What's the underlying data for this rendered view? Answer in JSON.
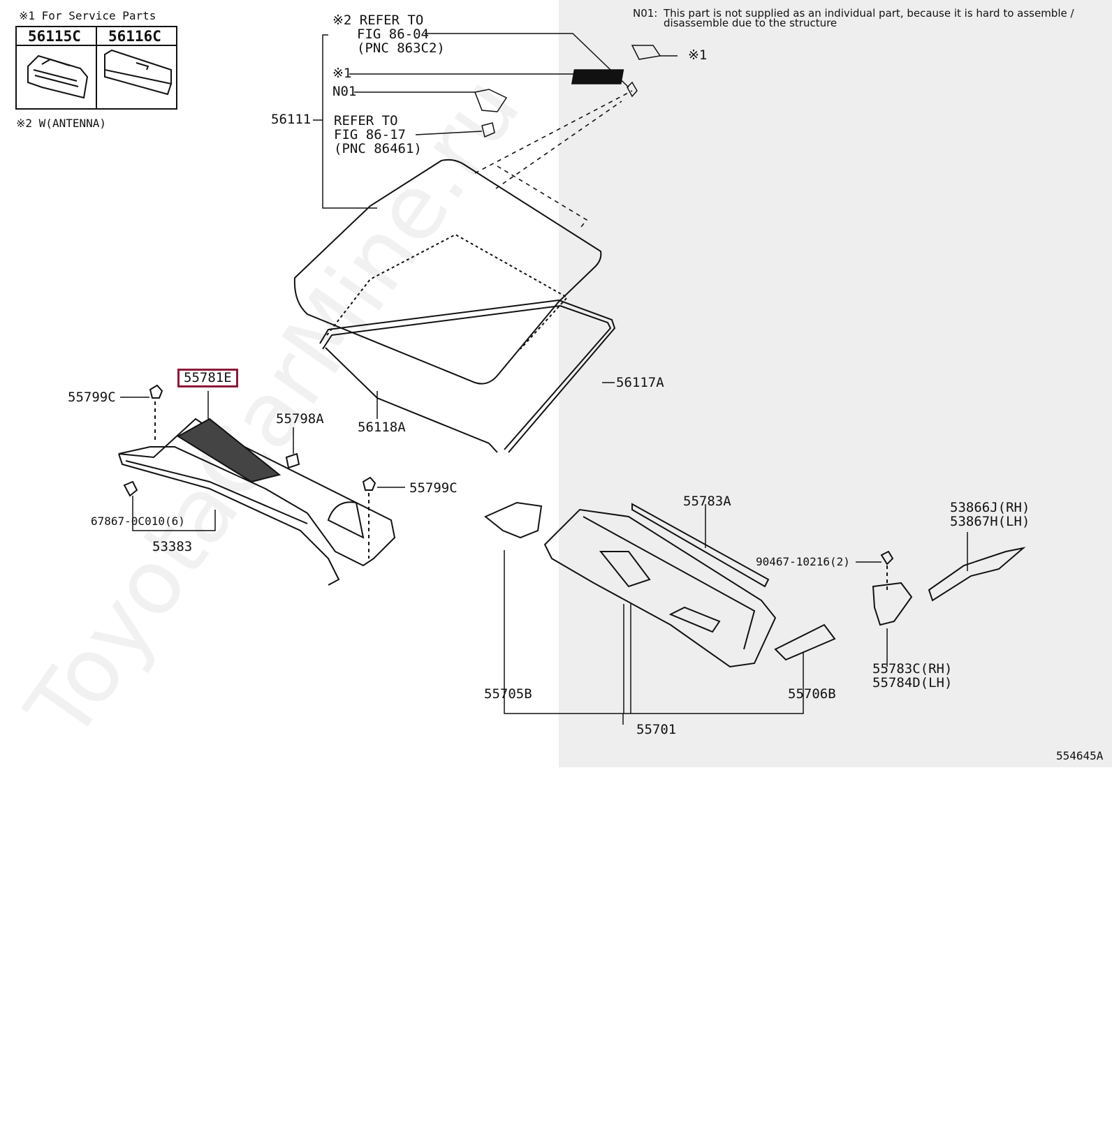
{
  "note_n01": {
    "prefix": "N01:",
    "line1": "This part is not supplied as an individual part, because it is hard to assemble /",
    "line2": "disassemble due to the structure"
  },
  "service_parts": {
    "title": "※1 For Service Parts",
    "part_a": "56115C",
    "part_b": "56116C",
    "footnote": "※2 W(ANTENNA)"
  },
  "callouts": {
    "refer_86_04": [
      "※2 REFER TO",
      "FIG 86-04",
      "(PNC 863C2)"
    ],
    "mark1_left": "※1",
    "n01": "N01",
    "p56111": "56111",
    "refer_86_17": [
      "REFER TO",
      "FIG 86-17",
      "(PNC 86461)"
    ],
    "mark1_right": "※1",
    "p56117A": "56117A",
    "p56118A": "56118A",
    "p55781E": "55781E",
    "p55799C_left": "55799C",
    "p55798A": "55798A",
    "p55799C_right": "55799C",
    "p67867": "67867-0C010(6)",
    "p53383": "53383",
    "p55783A": "55783A",
    "p53866J": "53866J(RH)",
    "p53867H": "53867H(LH)",
    "p90467": "90467-10216(2)",
    "p55783C": "55783C(RH)",
    "p55784D": "55784D(LH)",
    "p55705B": "55705B",
    "p55706B": "55706B",
    "p55701": "55701"
  },
  "figure_id": "554645A",
  "watermark": "ToyotaCarMine.ru",
  "colors": {
    "highlight": "#8b1a3a",
    "panel": "#eeeeee"
  }
}
